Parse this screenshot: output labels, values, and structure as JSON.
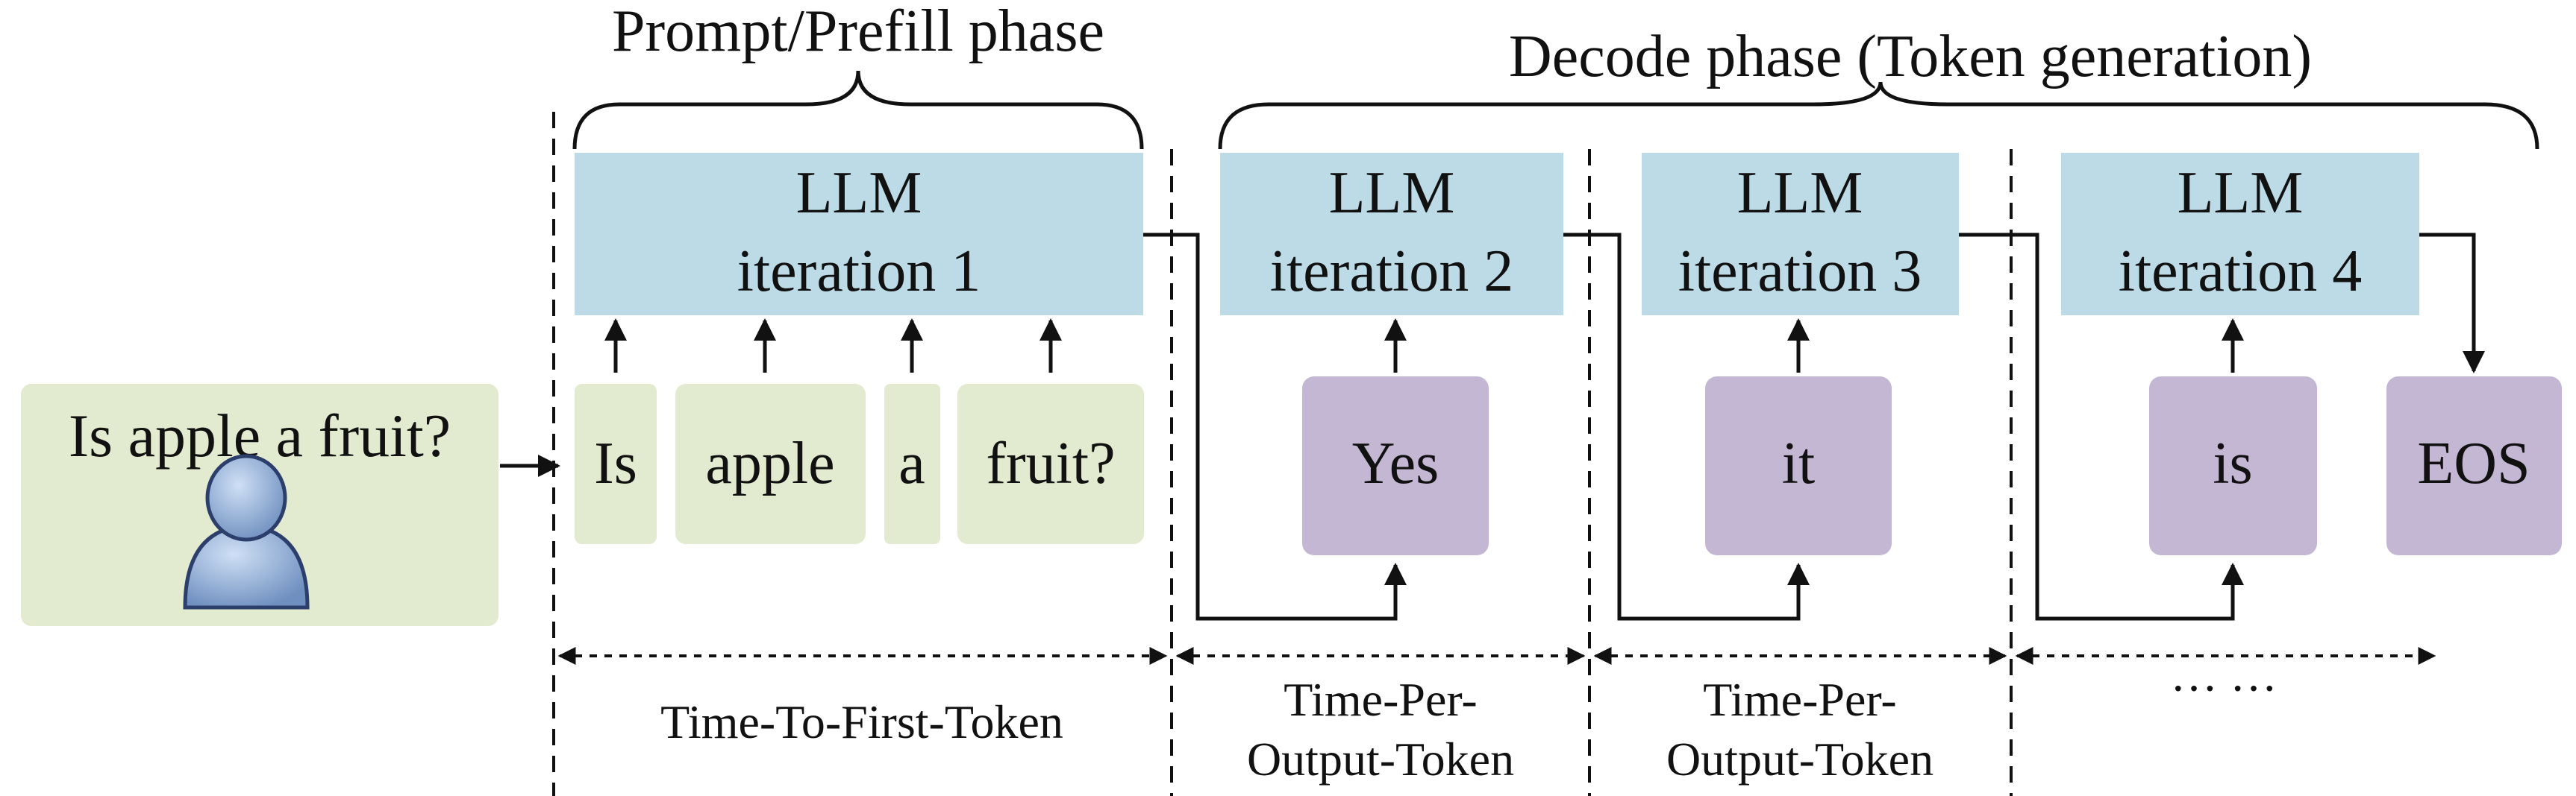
{
  "phases": {
    "prefill": "Prompt/Prefill phase",
    "decode": "Decode phase (Token generation)"
  },
  "prompt": {
    "text": "Is apple a fruit?"
  },
  "iterations": [
    {
      "line1": "LLM",
      "line2": "iteration 1"
    },
    {
      "line1": "LLM",
      "line2": "iteration 2"
    },
    {
      "line1": "LLM",
      "line2": "iteration 3"
    },
    {
      "line1": "LLM",
      "line2": "iteration 4"
    }
  ],
  "input_tokens": [
    "Is",
    "apple",
    "a",
    "fruit?"
  ],
  "output_tokens": [
    "Yes",
    "it",
    "is",
    "EOS"
  ],
  "timing": {
    "ttft": "Time-To-First-Token",
    "tpot_1": {
      "line1": "Time-Per-",
      "line2": "Output-Token"
    },
    "tpot_2": {
      "line1": "Time-Per-",
      "line2": "Output-Token"
    },
    "ellipsis": "··· ···"
  },
  "colors": {
    "iteration_box": "#bcdbe6",
    "input_box": "#e2eacf",
    "output_box": "#c4b7d4",
    "person": "#8ba9d4",
    "line": "#111111"
  }
}
